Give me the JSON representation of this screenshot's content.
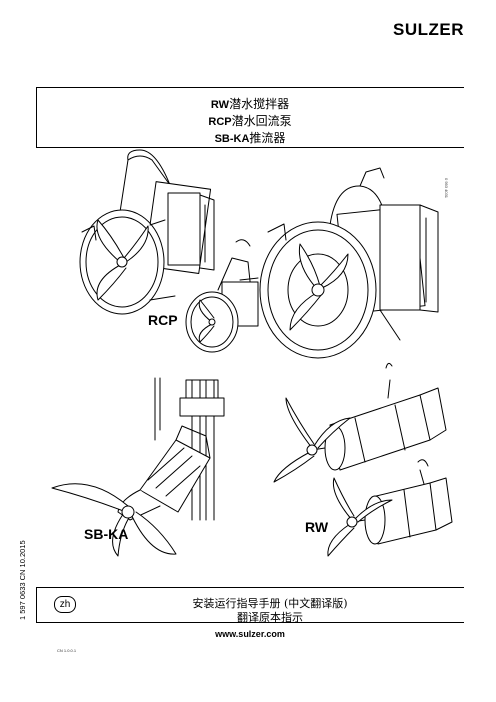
{
  "brand": {
    "logo_text": "SULZER"
  },
  "titles": [
    {
      "code": "RW",
      "chinese": "潜水搅拌器"
    },
    {
      "code": "RCP",
      "chinese": "潜水回流泵"
    },
    {
      "code": "SB-KA",
      "chinese": "推流器"
    }
  ],
  "products": {
    "rcp_label": "RCP",
    "sbka_label": "SB-KA",
    "rw_label": "RW"
  },
  "side_code": "1 597 0633 CN 10.2015",
  "image_code": "0 993 4031",
  "language": {
    "code": "zh"
  },
  "manual": {
    "title": "安装运行指导手册 (中文翻译版)",
    "subtitle": "翻译原本指示"
  },
  "website": "www.sulzer.com",
  "footer_code": "CN 1.0.0.1"
}
